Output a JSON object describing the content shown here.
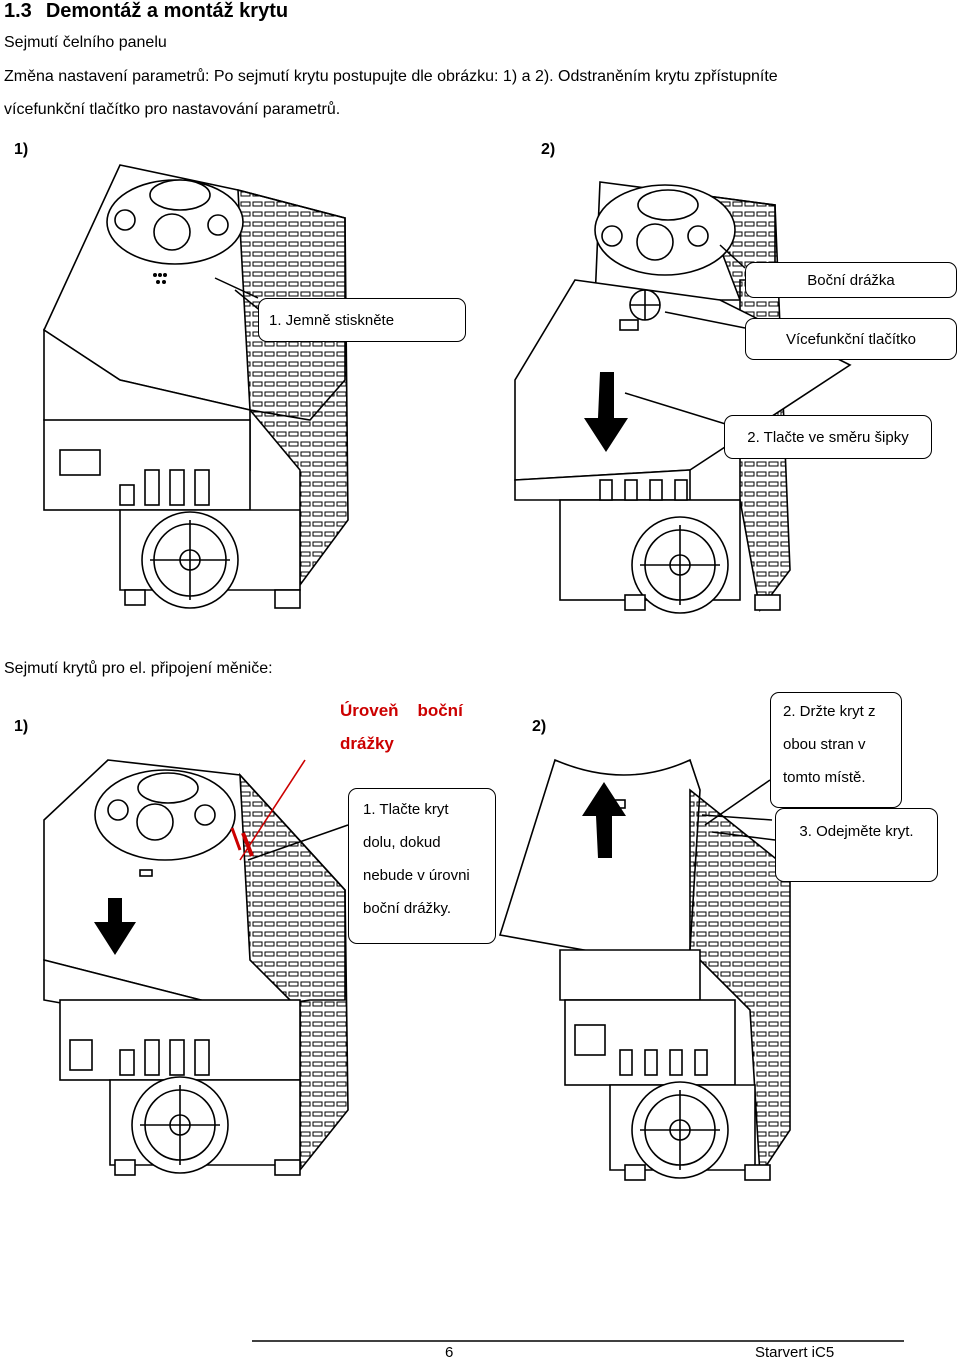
{
  "header": {
    "section_number": "1.3",
    "section_title": "Demontáž a montáž krytu",
    "subtitle": "Sejmutí čelního panelu",
    "paragraph_line1": "Změna nastavení parametrů: Po sejmutí krytu postupujte dle obrázku: 1) a 2). Odstraněním krytu zpřístupníte",
    "paragraph_line2": "vícefunkční tlačítko pro nastavování parametrů."
  },
  "part1": {
    "step1_label": "1)",
    "step2_label": "2)",
    "callout_press": "1. Jemně stiskněte",
    "callout_groove": "Boční drážka",
    "callout_button": "Vícefunkční tlačítko",
    "callout_push": "2. Tlačte ve směru šipky"
  },
  "part2": {
    "subtitle": "Sejmutí krytů pro el. připojení měniče:",
    "step1_label": "1)",
    "step2_label": "2)",
    "groove_level_line1": "Úroveň    boční",
    "groove_level_line2": "drážky",
    "push_line1": "1. Tlačte kryt",
    "push_line2": "dolu, dokud",
    "push_line3": "nebude v úrovni",
    "push_line4": "boční drážky.",
    "hold_line1": "2. Držte kryt z",
    "hold_line2": "obou stran v",
    "hold_line3": "tomto místě.",
    "remove": "3. Odejměte kryt."
  },
  "footer": {
    "page_number": "6",
    "product": "Starvert iC5"
  }
}
